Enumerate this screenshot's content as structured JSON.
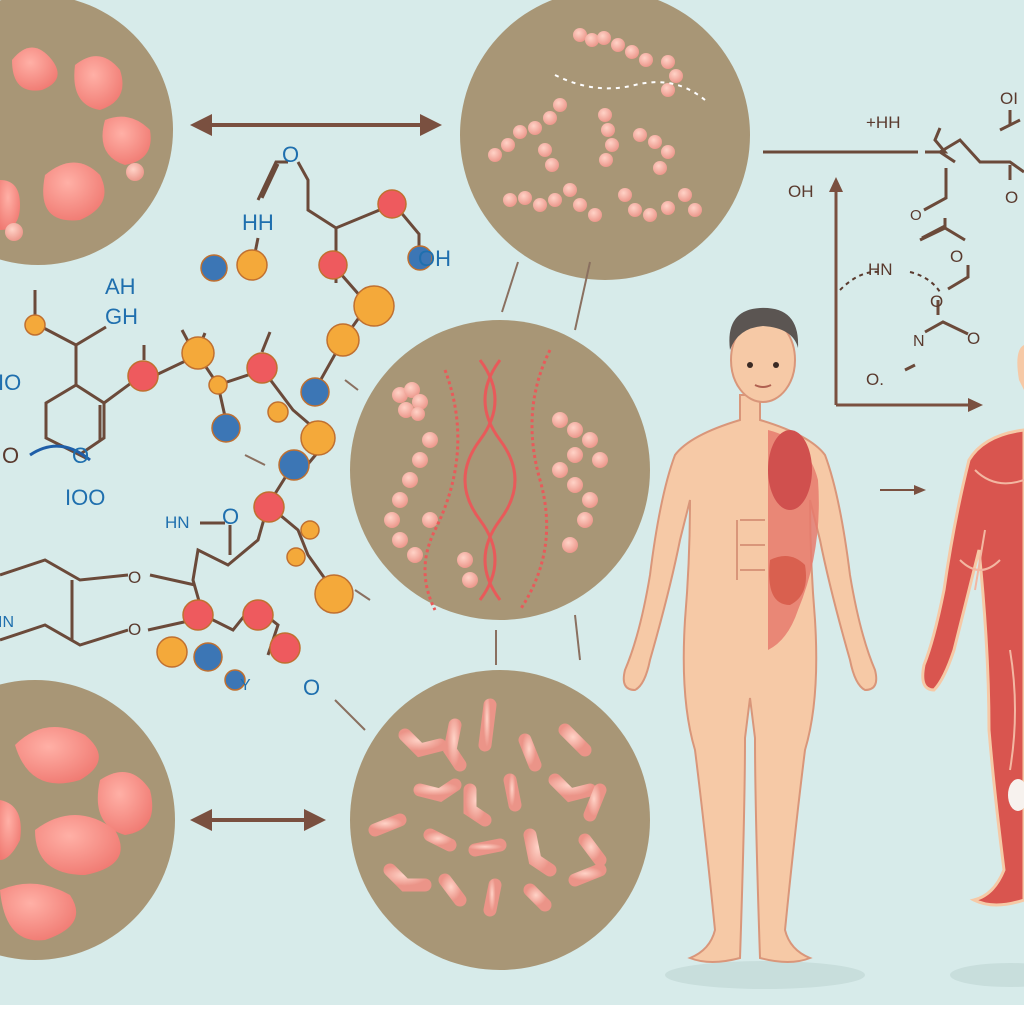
{
  "colors": {
    "background": "#d7ebea",
    "circle_fill": "#a89676",
    "arrow": "#7a5040",
    "atom_red": "#ee5a5e",
    "atom_orange": "#f4a93a",
    "atom_blue": "#3c76b5",
    "label_blue": "#1f6fae",
    "skin": "#f6c9a6",
    "muscle": "#d9554f"
  },
  "left_molecule_labels": [
    "O",
    "HH",
    "OH",
    "AH",
    "GH",
    "IO",
    "O",
    "O",
    "IOO",
    "HN",
    "O",
    "O",
    "IN",
    "O",
    "O",
    "Y"
  ],
  "right_diagram_labels": [
    "+HH",
    "OI",
    "OH",
    "O",
    "HN",
    "O",
    "O",
    "N",
    "O",
    "O",
    "O."
  ],
  "icons": [
    "double-arrow",
    "arrow-right",
    "molecule",
    "human-body",
    "muscle-figure"
  ]
}
